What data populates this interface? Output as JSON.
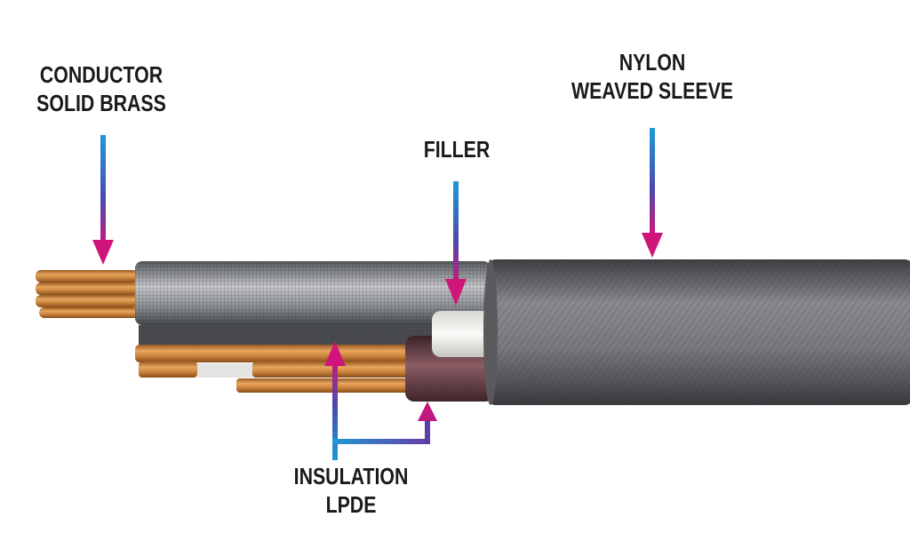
{
  "title": "Cable cross-section diagram",
  "labels": {
    "conductor": {
      "line1": "CONDUCTOR",
      "line2": "SOLID BRASS"
    },
    "sleeve": {
      "line1": "NYLON",
      "line2": "WEAVED SLEEVE"
    },
    "filler": {
      "line1": "FILLER"
    },
    "insulation": {
      "line1": "INSULATION",
      "line2": "LPDE"
    }
  },
  "colors": {
    "arrow_top": "#1e8fd0",
    "arrow_mid": "#5a3fa8",
    "arrow_head": "#d0157a",
    "copper": "#d08a40",
    "braid": "#9a9ca0",
    "sleeve": "#6e6e72",
    "filler": "#eeeeea",
    "insulation": "#6b4048"
  }
}
